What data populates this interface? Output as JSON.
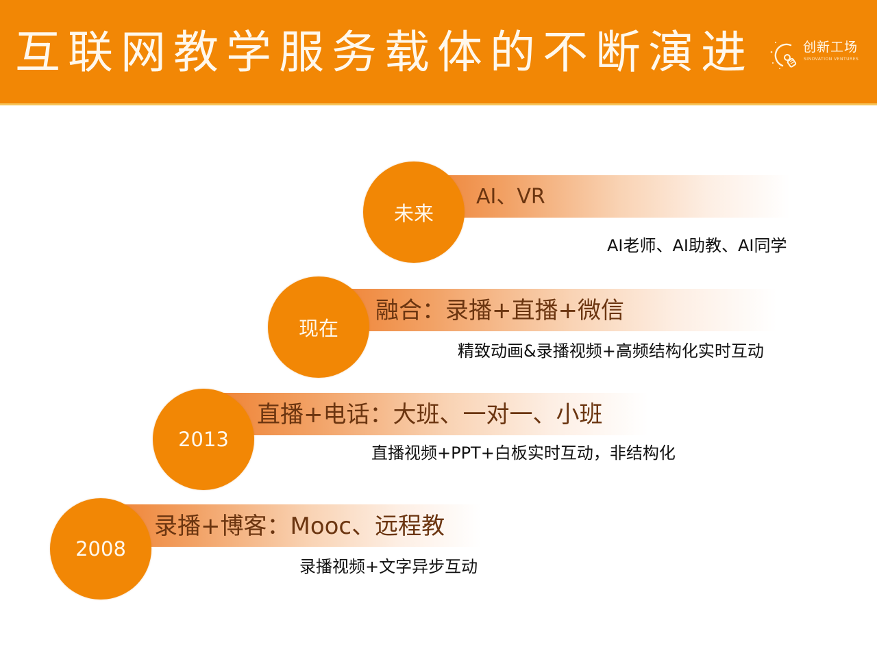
{
  "header": {
    "title": "互联网教学服务载体的不断演进",
    "background_color": "#f28705",
    "logo": {
      "icon": "lightbulb-icon",
      "name_cn": "创新工场",
      "name_en": "SINOVATION VENTURES"
    }
  },
  "timeline": {
    "stages": [
      {
        "label": "2008",
        "headline": "录播+博客：Mooc、远程教",
        "description": "录播视频+文字异步互动"
      },
      {
        "label": "2013",
        "headline": "直播+电话：大班、一对一、小班",
        "description": "直播视频+PPT+白板实时互动，非结构化"
      },
      {
        "label": "现在",
        "headline": "融合：录播+直播+微信",
        "description": "精致动画&录播视频+高频结构化实时互动"
      },
      {
        "label": "未来",
        "headline": "AI、VR",
        "description": "AI老师、AI助教、AI同学"
      }
    ],
    "colors": {
      "circle": "#f28705",
      "headline_text": "#6b3510",
      "band_start": "#ee7f2e"
    }
  }
}
